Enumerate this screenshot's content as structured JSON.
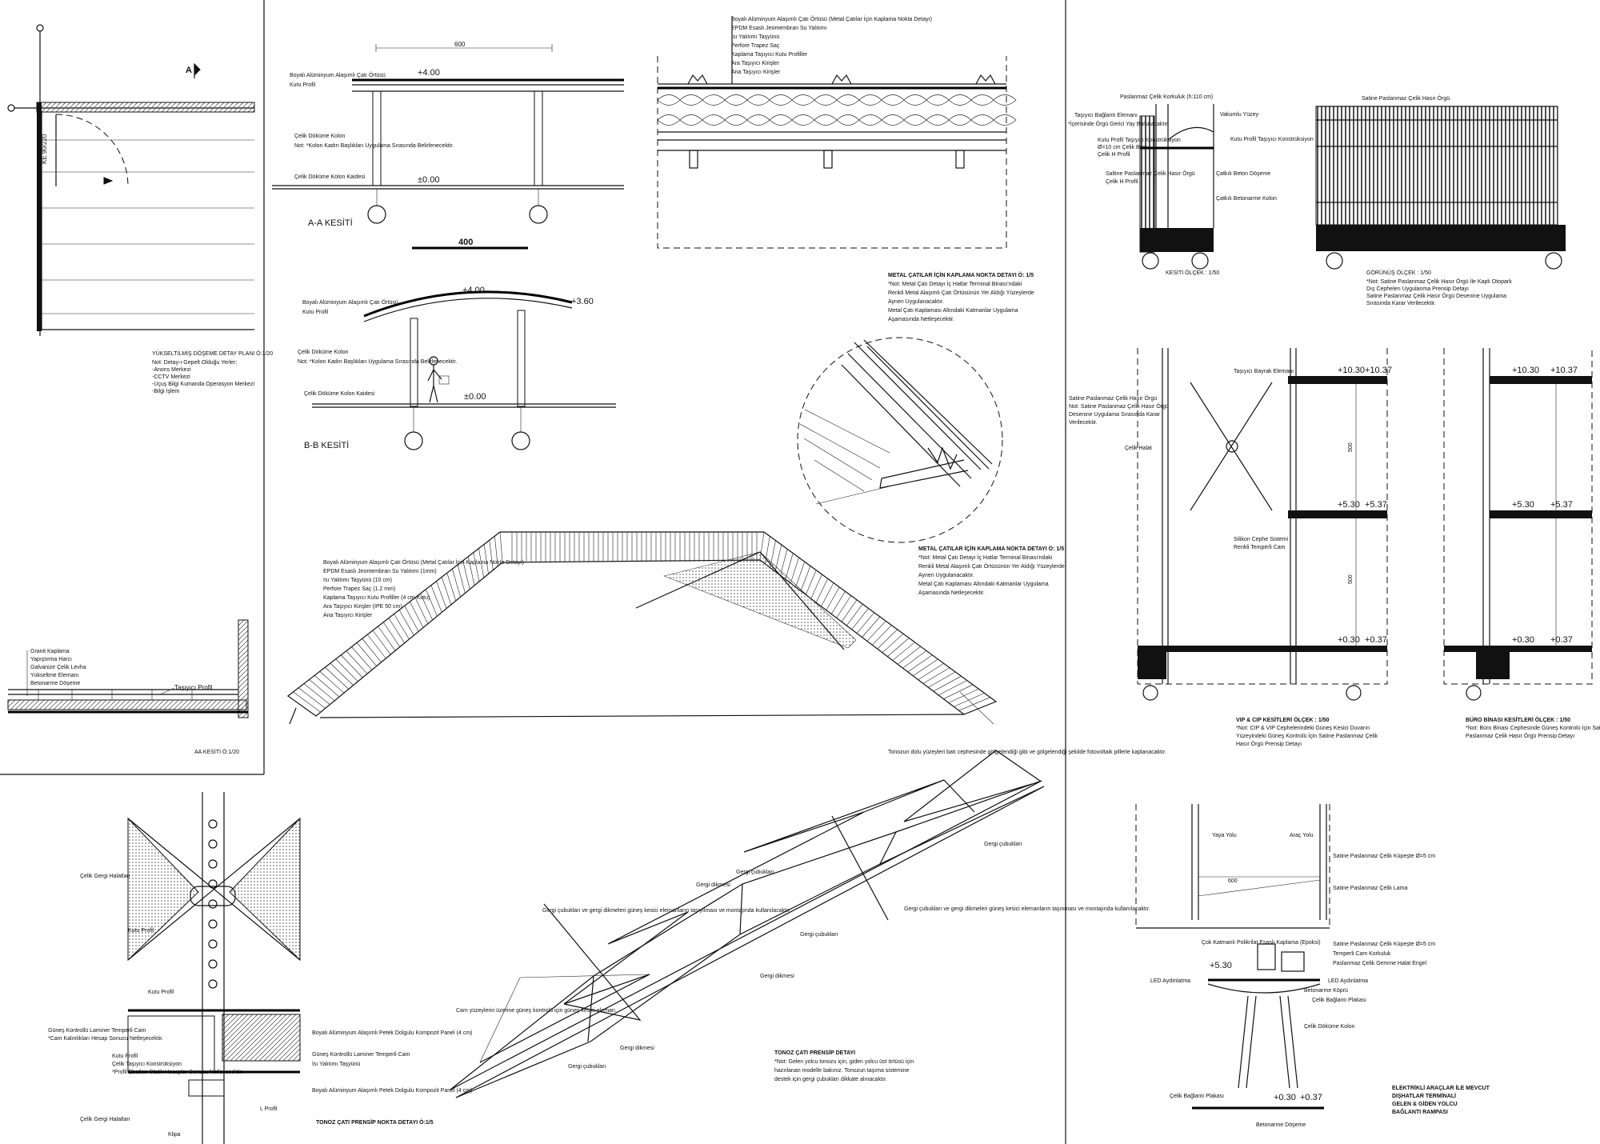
{
  "plan": {
    "title": "YÜKSELTİLMİŞ DÖŞEME DETAY PLANI Ö:1/20",
    "notes": [
      "Not: Detay-ı Gepelt Olduğu Yerler;",
      "-Anons Merkezi",
      "-CCTV Merkezi",
      "-Uçuş Bilgi Kumanda Operasyon Merkezi",
      "-Bilgi İşlem"
    ],
    "door": "KE 90/220",
    "mark": "A"
  },
  "aa_kesit": {
    "title": "AA KESİTİ Ö:1/20",
    "layers": [
      "Granit Kaplama",
      "Yapıştırma Harcı",
      "Galvanize Çelik Levha",
      "Yükseltme Elemanı",
      "Betonarme Döşeme"
    ],
    "profile": "Taşıyıcı Profil"
  },
  "section_a": {
    "title": "A-A KESİTİ",
    "dim": "600",
    "elev_top": "+4.00",
    "elev_bottom": "±0.00",
    "labels": [
      "Boyalı Alüminyum Alaşımlı Çatı Örtüsü",
      "Kutu Profil",
      "Çelik Döküme Kolon",
      "Not: *Kolon Kadın Başlıkları Uygulama Sırasında Belirlenecektir.",
      "Çelik Döküme Kolon Kaidesi"
    ]
  },
  "section_b": {
    "title": "B-B KESİTİ",
    "dim": "400",
    "elev_top": "+4.00",
    "elev_side": "+3.60",
    "elev_bottom": "±0.00",
    "labels": [
      "Boyalı Alüminyum Alaşımlı Çatı Örtüsü",
      "Kutu Profil",
      "Çelik Döküme Kolon",
      "Not: *Kolon Kadın Başlıkları Uygulama Sırasında Belirlenecektir.",
      "Çelik Döküme Kolon Kaidesi"
    ]
  },
  "roof_detail": {
    "labels": [
      "Boyalı Alüminyum Alaşımlı Çatı Örtüsü (Metal Çatılar İçin Kaplama Nokta Detayı)",
      "EPDM Esaslı Jeomembran Su Yalıtımı",
      "Isı Yalıtımı Taşyünü",
      "Perfore Trapez Saç",
      "Kaplama Taşıyıcı Kutu Profiller",
      "Ara Taşıyıcı Kirişler",
      "Ana Taşıyıcı Kirişler"
    ],
    "title": "METAL ÇATILAR İÇİN KAPLAMA NOKTA DETAYI Ö: 1/5",
    "notes": [
      "*Not: Metal Çatı Detayı İç Hatlar Terminal Binası'ndaki",
      "Renkli Metal Alaşımlı Çatı Örtüsünün Yer Aldığı Yüzeylerde",
      "Aynen Uygulanacaktır.",
      "Metal Çatı Kaplaması Altındaki Katmanlar Uygulama",
      "Aşamasında Netleşecektir."
    ]
  },
  "vault": {
    "labels": [
      "Boyalı Alüminyum Alaşımlı Çatı Örtüsü (Metal Çatılar İçin Kaplama Nokta Detayı)",
      "EPDM Esaslı Jeomembran Su Yalıtımı (1mm)",
      "Isı Yalıtımı Taşyünü (10 cm)",
      "Perfore Trapez Saç (1.2 mm)",
      "Kaplama Taşıyıcı Kutu Profiller (4 cm Kutu)",
      "Ara Taşıyıcı Kirişler (IPE 50 cm)",
      "Ana Taşıyıcı Kirişler"
    ],
    "title": "METAL ÇATILAR İÇİN KAPLAMA NOKTA DETAYI Ö: 1/5",
    "notes": [
      "*Not: Metal Çatı Detayı İç Hatlar Terminal Binası'ndaki",
      "Renkli Metal Alaşımlı Çatı Örtüsünün Yer Aldığı Yüzeylerde",
      "Aynen Uygulanacaktır.",
      "Metal Çatı Kaplaması Altındaki Katmanlar Uygulama",
      "Aşamasında Netleşecektir."
    ]
  },
  "facade_top": {
    "labels": [
      "Paslanmaz Çelik Korkuluk (h:110 cm)",
      "Taşıyıcı Bağlantı Elemanı",
      "*İçerisinde Örgü Gerici Yay Bulunacaktır.",
      "Vakumlu Yüzey",
      "Kutu Profil Taşıyıcı Konstrüksiyon",
      "Ø=10 cm Çelik Boru",
      "Çelik H Profil",
      "Saltine Paslanmaz Çelik Hasır Örgü",
      "Çelik H Profil",
      "Çatkılı Beton Döşeme",
      "Çatkılı Betonarme Kolon",
      "Satine Paslanmaz Çelik Hasır Örgü",
      "Kutu Profil Taşıyıcı Konstrüksiyon"
    ],
    "kesit": "KESİTİ ÖLÇEK : 1/50",
    "gorunus": "GÖRÜNÜŞ ÖLÇEK : 1/50",
    "notes": [
      "*Not: Satine Paslanmaz Çelik Hasır Örgü İle Kaplı Otopark",
      "Dış Cephelerı Uygulanma Prensip Detayı",
      "Satine Paslanmaz Çelik Hasır Örgü Desenine Uygulama",
      "Sırasında Karar Verilecektir."
    ]
  },
  "vip": {
    "elevs": [
      "+10.30",
      "+10.37",
      "+5.30",
      "+5.37",
      "+0.30",
      "+0.37"
    ],
    "labels": [
      "Taşıyıcı Bayrak Elemanı",
      "Satine Paslanmaz Çelik Hasır Örgü",
      "Not: Satine Paslanmaz Çelik Hasır Örgü",
      "Desenine Uygulama Sırasında Karar",
      "Verilecektir.",
      "Çelik Halat",
      "Silikon Cephe Sistemi",
      "Renkli Temperli Cam"
    ],
    "dims": [
      "500",
      "500"
    ],
    "title": "VIP & CIP KESİTLERİ ÖLÇEK : 1/50",
    "notes": [
      "*Not: CIP & VIP Cephelerindeki Güneş Kesici Duvarın",
      "Yüzeyindeki Güneş Kontrolü İçin Satine Paslanmaz Çelik",
      "Hasır Örgü Prensip Detayı"
    ]
  },
  "buro": {
    "elevs": [
      "+10.30",
      "+10.37",
      "+5.30",
      "+5.37",
      "+0.30",
      "+0.37"
    ],
    "title": "BÜRO BİNASI KESİTLERİ ÖLÇEK : 1/50",
    "notes": [
      "*Not: Büro Binası Cephesinde Güneş Kontrolü İçin Satine",
      "Paslanmaz Çelik Hasır Örgü Prensip Detayı"
    ]
  },
  "tensile": {
    "labels": [
      "Çelik Gergi Halatları",
      "Kutu Profil",
      "Kutu Profil",
      "Güneş Kontrollü Laminer Temperli Cam",
      "*Cam Kalınlıkları Hesap Sonucu Netleşecektir.",
      "Kutu Profil",
      "Çelik Taşıyıcı Konstrüksiyon",
      "*Profil Ebatları Statik Hesaplar Sonucu Netleşecektir.",
      "Çelik Gergi Halatları",
      "Boyalı Alüminyum Alaşımlı Petek Dolgulu Kompozit Panel (4 cm)",
      "Güneş Kontrollü Laminer Temperli Cam",
      "İsı Yalıtımı Taşyünü",
      "Boyalı Alüminyum Alaşımlı Petek Dolgulu Kompozit Panel (4 cm)",
      "L Profil",
      "Klipa"
    ],
    "title": "TONOZ ÇATI PRENSİP NOKTA DETAYI Ö:1/5"
  },
  "twist": {
    "labels": [
      "Tonozun dolu yüzeyleri batı cephesinde gölgelendiği gibi ve gölgelendiği şekilde fotovoltaik pillerle kaplanacaktır.",
      "Gergi çubukları",
      "Gergi çubukları",
      "Gergi dikmesi",
      "Gergi çubukları ve gergi dikmeleri güneş kesici elemanların taşıyılması ve montajında kullanılacaktır.",
      "Gergi çubukları",
      "Gergi dikmesi",
      "Gergi çubukları ve gergi dikmeleri güneş kesici elemanların taşınması ve montajında kullanılacaktır.",
      "Cam yüzeylerin üzerine güneş kontrolü için güneş kesici eleman.",
      "Gergi dikmesi",
      "Gergi çubukları"
    ],
    "title": "TONOZ ÇATI PRENSİP DETAYI",
    "notes": [
      "*Not: Gelen yolcu tonozu için, giden yolcu üst örtüsü için",
      "hazırlanan modelle bakınız. Tonozun taşıma sistemine",
      "destek için gergi çubukları dikkate alınacaktır."
    ]
  },
  "bridge": {
    "labels": [
      "Yaya Yolu",
      "Araç Yolu",
      "Satine Paslanmaz Çelik Küpeşte Ø=5 cm",
      "Satine Paslanmaz Çelik Lama",
      "Satine Paslanmaz Çelik Küpeşte Ø=5 cm",
      "Temperli Cam Korkuluk",
      "Paslanmaz Çelik Gemme Halat Engel",
      "Çok Katmanlı Polikrilat Esaslı Kaplama (Epoksi)",
      "LED Aydınlatma",
      "LED Aydınlatma",
      "Betonarme Köprü",
      "Çelik Bağlantı Plakası",
      "Çelik Döküme Kolon",
      "Çelik Bağlantı Plakası",
      "Betonarme Döşeme"
    ],
    "dim": "600",
    "elevs": [
      "+5.30",
      "+0.30",
      "+0.37"
    ],
    "title": [
      "ELEKTRİKLİ ARAÇLAR İLE MEVCUT",
      "DIŞHATLAR TERMİNALİ",
      "GELEN & GİDEN YOLCU",
      "BAĞLANTI RAMPASI"
    ]
  }
}
